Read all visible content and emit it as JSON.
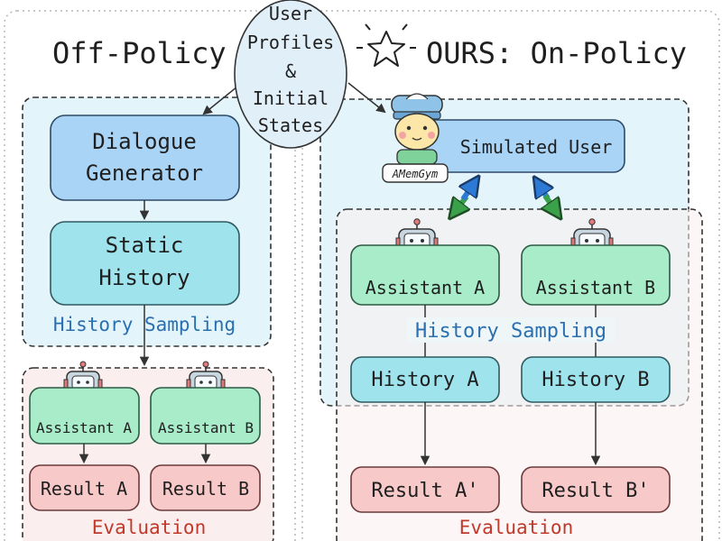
{
  "panels": {
    "off_policy_title": "Off-Policy",
    "on_policy_title": "OURS: On-Policy"
  },
  "center_node": {
    "lines": [
      "User",
      "Profiles",
      "&",
      "Initial",
      "States"
    ]
  },
  "off_policy": {
    "dialogue_generator": [
      "Dialogue",
      "Generator"
    ],
    "static_history": [
      "Static",
      "History"
    ],
    "history_sampling_label": "History Sampling",
    "assistant_a": "Assistant A",
    "assistant_b": "Assistant B",
    "result_a": "Result A",
    "result_b": "Result B",
    "evaluation_label": "Evaluation"
  },
  "on_policy": {
    "simulated_user": "Simulated User",
    "user_badge": "AMemGym",
    "assistant_a": "Assistant A",
    "assistant_b": "Assistant B",
    "history_sampling_label": "History Sampling",
    "history_a": "History A",
    "history_b": "History B",
    "result_a": "Result A'",
    "result_b": "Result B'",
    "evaluation_label": "Evaluation"
  },
  "colors": {
    "region_blue": "#e3f5fb",
    "region_pink": "#fbeeee",
    "node_blue": "#a9d4f6",
    "node_cyan": "#9fe3ec",
    "node_green": "#a9ecc9",
    "node_pink": "#f8c9c9",
    "label_blue": "#2a6fb0",
    "label_red": "#c0392b",
    "arrow_blue": "#2d7ad6",
    "arrow_green": "#3aa04a"
  }
}
